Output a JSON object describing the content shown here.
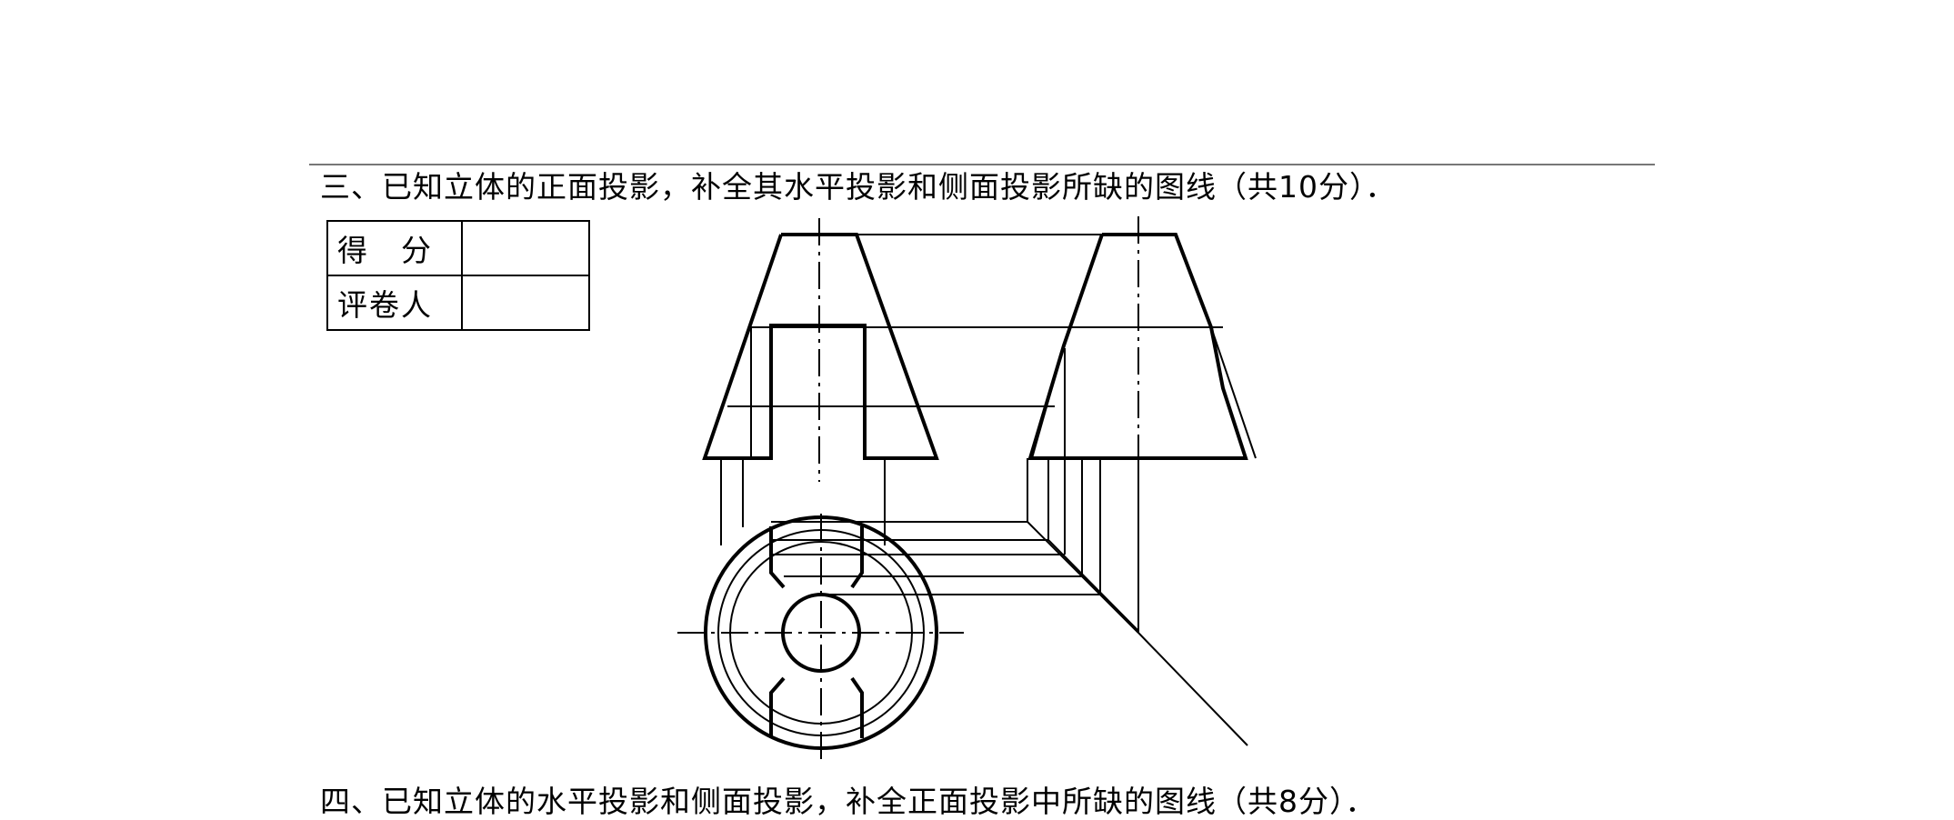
{
  "question3": {
    "text": "三、已知立体的正面投影，补全其水平投影和侧面投影所缺的图线（共10分）．"
  },
  "score_table": {
    "score_label": "得　分",
    "score_value": "",
    "grader_label": "评卷人",
    "grader_value": ""
  },
  "question4": {
    "text": "四、已知立体的水平投影和侧面投影，补全正面投影中所缺的图线（共8分）．"
  },
  "figure": {
    "views": [
      "front-view",
      "side-view",
      "top-view"
    ],
    "line_color": "#000000"
  }
}
